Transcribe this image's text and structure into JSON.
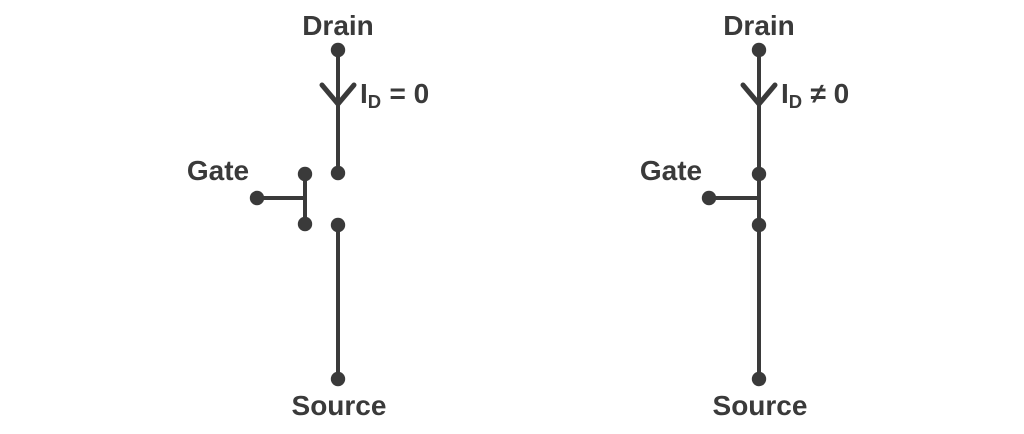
{
  "colors": {
    "stroke": "#3a3a3a",
    "text": "#3a3a3a",
    "background": "#ffffff"
  },
  "diagrams": [
    {
      "name": "mosfet-switch-off",
      "switch_state": "open",
      "drain_label": "Drain",
      "gate_label": "Gate",
      "source_label": "Source",
      "current_label": {
        "symbol": "I",
        "subscript": "D",
        "relation": "= 0"
      }
    },
    {
      "name": "mosfet-switch-on",
      "switch_state": "closed",
      "drain_label": "Drain",
      "gate_label": "Gate",
      "source_label": "Source",
      "current_label": {
        "symbol": "I",
        "subscript": "D",
        "relation": "≠ 0"
      }
    }
  ]
}
